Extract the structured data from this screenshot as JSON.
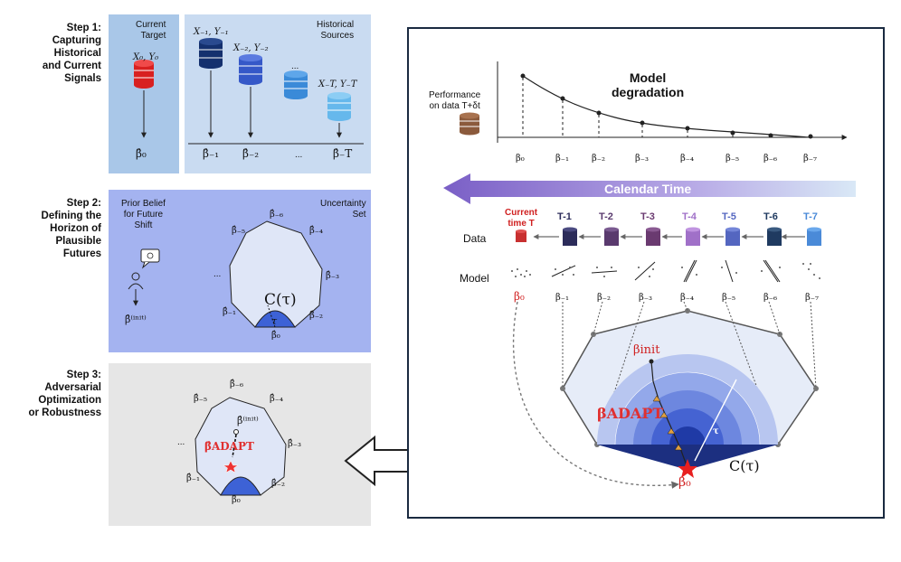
{
  "steps": [
    {
      "label": "Step 1:\nCapturing\nHistorical\nand Current\nSignals"
    },
    {
      "label": "Step 2:\nDefining the\nHorizon of\nPlausible\nFutures"
    },
    {
      "label": "Step 3:\nAdversarial\nOptimization\nor Robustness"
    }
  ],
  "step1": {
    "current_target": "Current\nTarget",
    "historical_sources": "Historical\nSources",
    "x0y0": "X₀, Y₀",
    "xm1": "X₋₁, Y₋₁",
    "xm2": "X₋₂, Y₋₂",
    "xmT": "X₋T, Y₋T",
    "ellipsis": "...",
    "beta0": "β̂₀",
    "betas": [
      "β̂₋₁",
      "β̂₋₂",
      "...",
      "β̂₋T"
    ]
  },
  "step2": {
    "prior_belief": "Prior Belief\nfor Future\nShift",
    "uncertainty_set": "Uncertainty\nSet",
    "beta_init": "β̂⁽ⁱⁿⁱᵗ⁾",
    "c_tau": "C(τ)",
    "tau": "τ",
    "vertices": [
      "β̂₀",
      "β̂₋₁",
      "...",
      "β̂₋₅",
      "β̂₋₆",
      "β̂₋₄",
      "β̂₋₃",
      "β̂₋₂"
    ]
  },
  "step3": {
    "beta_adapt": "β̂ADAPT",
    "beta_init": "β̂⁽ⁱⁿⁱᵗ⁾",
    "vertices": [
      "β̂₀",
      "β̂₋₁",
      "...",
      "β̂₋₅",
      "β̂₋₆",
      "β̂₋₄",
      "β̂₋₃",
      "β̂₋₂"
    ]
  },
  "right": {
    "model_degradation": "Model\ndegradation",
    "performance": "Performance\non data T+δt",
    "x_ticks": [
      "β₀",
      "β₋₁",
      "β₋₂",
      "β₋₃",
      "β₋₄",
      "β₋₅",
      "β₋₆",
      "β₋₇"
    ],
    "calendar_time": "Calendar Time",
    "data_label": "Data",
    "model_label": "Model",
    "time_labels": [
      "Current\ntime T",
      "T-1",
      "T-2",
      "T-3",
      "T-4",
      "T-5",
      "T-6",
      "T-7"
    ],
    "model_betas": [
      "β₀",
      "β₋₁",
      "β₋₂",
      "β₋₃",
      "β₋₄",
      "β₋₅",
      "β₋₆",
      "β₋₇"
    ],
    "beta_init": "βinit",
    "beta_adapt": "βADAPT",
    "beta0": "β₀",
    "c_tau": "C(τ)",
    "tau": "τ"
  },
  "colors": {
    "step1_current_bg": "#a9c7e8",
    "step1_hist_bg": "#c9dbf1",
    "step2_bg": "#a4b3f0",
    "step3_bg": "#e6e6e6",
    "accent_red": "#e03030",
    "poly_fill": "#dfe6f7",
    "cap_fill": "#3d62d6"
  }
}
